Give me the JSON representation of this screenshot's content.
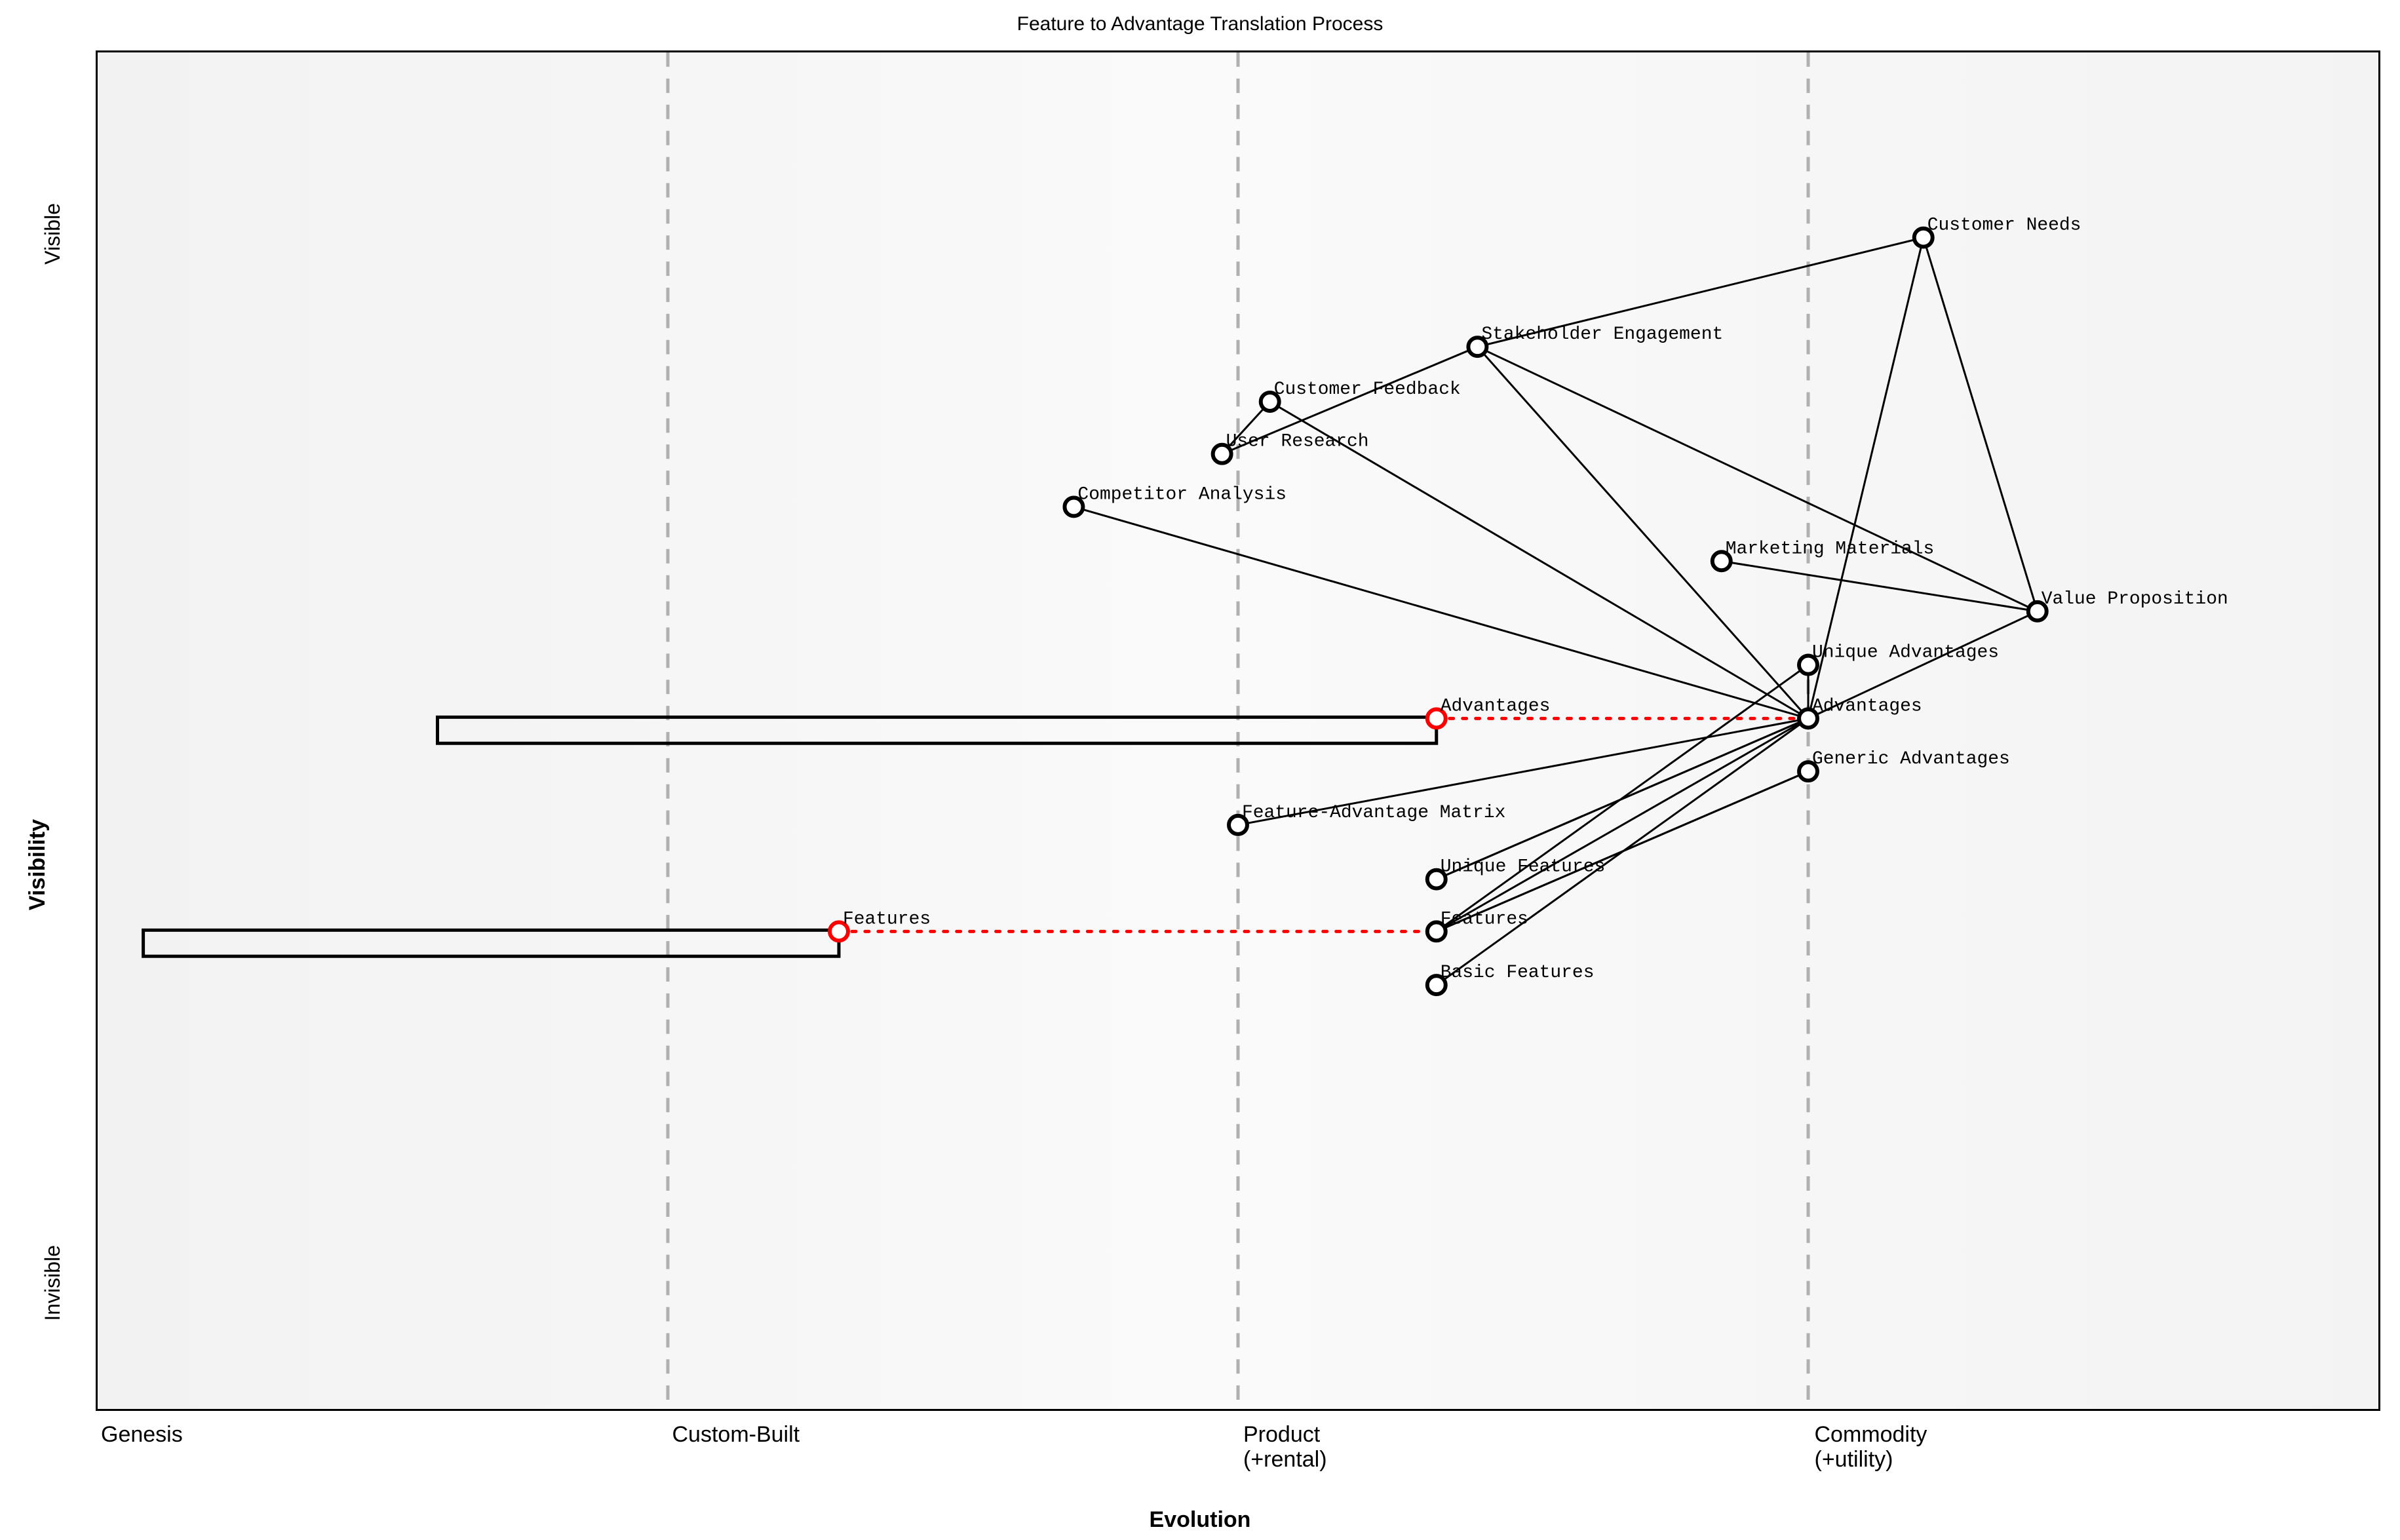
{
  "chart_data": {
    "type": "scatter",
    "title": "Feature to Advantage Translation Process",
    "xlabel": "Evolution",
    "ylabel": "Visibility",
    "xtick_labels": [
      "Genesis",
      "Custom-Built",
      "Product\n(+rental)",
      "Commodity\n(+utility)"
    ],
    "xtick_positions": [
      0.0,
      0.25,
      0.5,
      0.75
    ],
    "ytick_labels": [
      "Visible",
      "Invisible"
    ],
    "gridlines": [
      0.25,
      0.5,
      0.75
    ],
    "xlim": [
      0,
      1
    ],
    "ylim": [
      0,
      1
    ],
    "accent_color": "#ff0000",
    "node_color": "#ffffff",
    "node_stroke": "#000000",
    "link_color": "#000000",
    "grid_color": "#b0b0b0",
    "nodes": [
      {
        "id": "customer-needs",
        "label": "Customer Needs",
        "x": 0.8005,
        "y": 0.8635,
        "marker": "open",
        "evolving": false
      },
      {
        "id": "stakeholder-engagement",
        "label": "Stakeholder Engagement",
        "x": 0.605,
        "y": 0.783,
        "marker": "open",
        "evolving": false
      },
      {
        "id": "customer-feedback",
        "label": "Customer Feedback",
        "x": 0.514,
        "y": 0.7425,
        "marker": "open",
        "evolving": false
      },
      {
        "id": "user-research",
        "label": "User Research",
        "x": 0.493,
        "y": 0.704,
        "marker": "open",
        "evolving": false
      },
      {
        "id": "competitor-analysis",
        "label": "Competitor Analysis",
        "x": 0.428,
        "y": 0.665,
        "marker": "open",
        "evolving": false
      },
      {
        "id": "marketing-materials",
        "label": "Marketing Materials",
        "x": 0.712,
        "y": 0.625,
        "marker": "open",
        "evolving": false
      },
      {
        "id": "value-proposition",
        "label": "Value Proposition",
        "x": 0.8505,
        "y": 0.588,
        "marker": "open",
        "evolving": false
      },
      {
        "id": "unique-advantages",
        "label": "Unique Advantages",
        "x": 0.75,
        "y": 0.5485,
        "marker": "open",
        "evolving": false
      },
      {
        "id": "advantages-current",
        "label": "Advantages",
        "x": 0.587,
        "y": 0.509,
        "marker": "evolving",
        "evolving": true
      },
      {
        "id": "advantages-future",
        "label": "Advantages",
        "x": 0.75,
        "y": 0.509,
        "marker": "open",
        "evolving": false
      },
      {
        "id": "generic-advantages",
        "label": "Generic Advantages",
        "x": 0.75,
        "y": 0.47,
        "marker": "open",
        "evolving": false
      },
      {
        "id": "feature-advantage-matrix",
        "label": "Feature-Advantage Matrix",
        "x": 0.5,
        "y": 0.4305,
        "marker": "open",
        "evolving": false
      },
      {
        "id": "unique-features",
        "label": "Unique Features",
        "x": 0.587,
        "y": 0.3905,
        "marker": "open",
        "evolving": false
      },
      {
        "id": "features-current",
        "label": "Features",
        "x": 0.325,
        "y": 0.352,
        "marker": "evolving",
        "evolving": true
      },
      {
        "id": "features-future",
        "label": "Features",
        "x": 0.587,
        "y": 0.352,
        "marker": "open",
        "evolving": false
      },
      {
        "id": "basic-features",
        "label": "Basic Features",
        "x": 0.587,
        "y": 0.3125,
        "marker": "open",
        "evolving": false
      }
    ],
    "evolution_bars": [
      {
        "id": "advantages-bar",
        "node": "advantages-current",
        "from_x": 0.149,
        "to_x": 0.587,
        "y": 0.509
      },
      {
        "id": "features-bar",
        "node": "features-current",
        "from_x": 0.02,
        "to_x": 0.325,
        "y": 0.352
      }
    ],
    "evolution_arrows": [
      {
        "id": "advantages-evolve",
        "from": "advantages-current",
        "to": "advantages-future"
      },
      {
        "id": "features-evolve",
        "from": "features-current",
        "to": "features-future"
      }
    ],
    "links": [
      {
        "from": "customer-needs",
        "to": "stakeholder-engagement"
      },
      {
        "from": "customer-needs",
        "to": "value-proposition"
      },
      {
        "from": "customer-needs",
        "to": "advantages-future"
      },
      {
        "from": "stakeholder-engagement",
        "to": "advantages-future"
      },
      {
        "from": "stakeholder-engagement",
        "to": "value-proposition"
      },
      {
        "from": "customer-feedback",
        "to": "advantages-future"
      },
      {
        "from": "user-research",
        "to": "customer-feedback"
      },
      {
        "from": "user-research",
        "to": "stakeholder-engagement"
      },
      {
        "from": "competitor-analysis",
        "to": "advantages-future"
      },
      {
        "from": "marketing-materials",
        "to": "value-proposition"
      },
      {
        "from": "value-proposition",
        "to": "advantages-future"
      },
      {
        "from": "unique-advantages",
        "to": "advantages-future"
      },
      {
        "from": "advantages-future",
        "to": "unique-features"
      },
      {
        "from": "advantages-future",
        "to": "features-future"
      },
      {
        "from": "advantages-future",
        "to": "basic-features"
      },
      {
        "from": "generic-advantages",
        "to": "features-future"
      },
      {
        "from": "feature-advantage-matrix",
        "to": "advantages-future"
      },
      {
        "from": "unique-features",
        "to": "advantages-future"
      },
      {
        "from": "features-future",
        "to": "unique-advantages"
      },
      {
        "from": "features-future",
        "to": "generic-advantages"
      }
    ]
  }
}
